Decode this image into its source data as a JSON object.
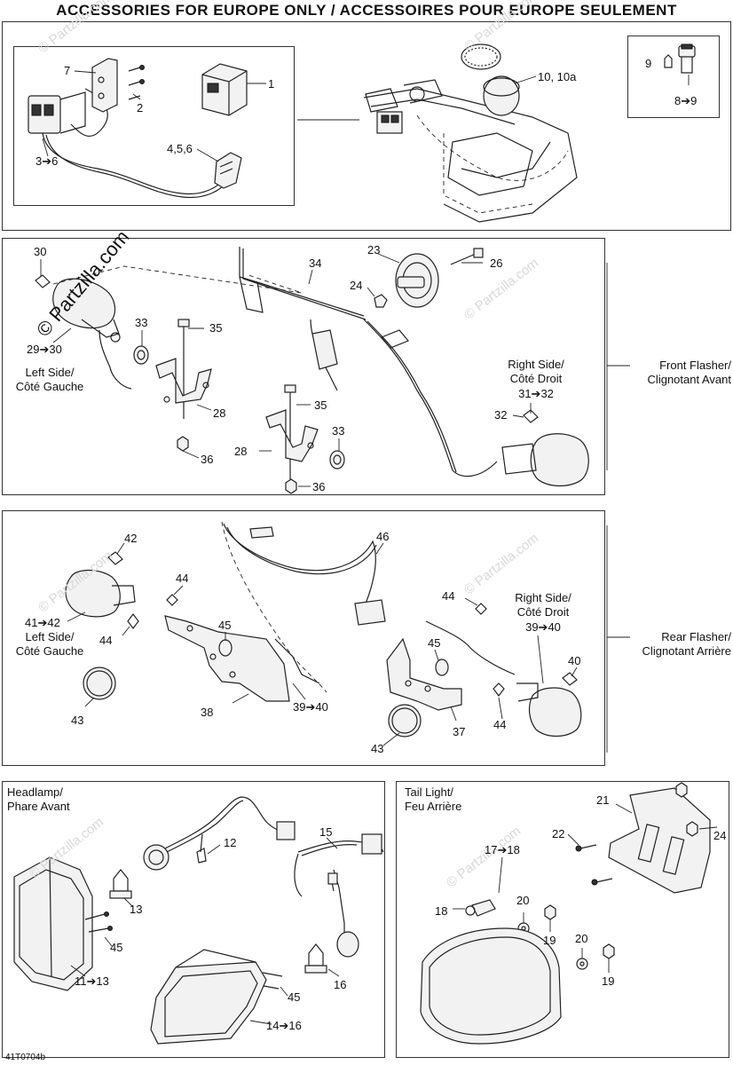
{
  "title": "ACCESSORIES FOR EUROPE ONLY / ACCESSOIRES POUR EUROPE SEULEMENT",
  "drawing_code": "41T0704b",
  "watermark": "© Partzilla.com",
  "watermark_main": "© Partzilla.com",
  "sections": {
    "switch": {
      "labels": [
        "1",
        "2",
        "7",
        "3➔6",
        "4,5,6",
        "10, 10a",
        "9",
        "8➔9"
      ]
    },
    "front_flasher": {
      "group_label_en": "Front Flasher/",
      "group_label_fr": "Clignotant Avant",
      "left_side_en": "Left Side/",
      "left_side_fr": "Côté Gauche",
      "right_side_en": "Right Side/",
      "right_side_fr": "Côté Droit",
      "labels": [
        "30",
        "29➔30",
        "33",
        "35",
        "28",
        "36",
        "34",
        "24",
        "23",
        "26",
        "35",
        "33",
        "28",
        "36",
        "31➔32",
        "32"
      ]
    },
    "rear_flasher": {
      "group_label_en": "Rear Flasher/",
      "group_label_fr": "Clignotant Arrière",
      "left_side_en": "Left Side/",
      "left_side_fr": "Côté Gauche",
      "right_side_en": "Right Side/",
      "right_side_fr": "Côté Droit",
      "labels": [
        "42",
        "44",
        "41➔42",
        "44",
        "45",
        "43",
        "38",
        "39➔40",
        "46",
        "44",
        "45",
        "39➔40",
        "40",
        "37",
        "44",
        "43"
      ]
    },
    "headlamp": {
      "title_en": "Headlamp/",
      "title_fr": "Phare Avant",
      "labels": [
        "12",
        "15",
        "13",
        "45",
        "11➔13",
        "45",
        "16",
        "14➔16"
      ]
    },
    "tail_light": {
      "title_en": "Tail Light/",
      "title_fr": "Feu Arrière",
      "labels": [
        "21",
        "22",
        "24",
        "17➔18",
        "18",
        "20",
        "19",
        "20",
        "19"
      ]
    }
  }
}
